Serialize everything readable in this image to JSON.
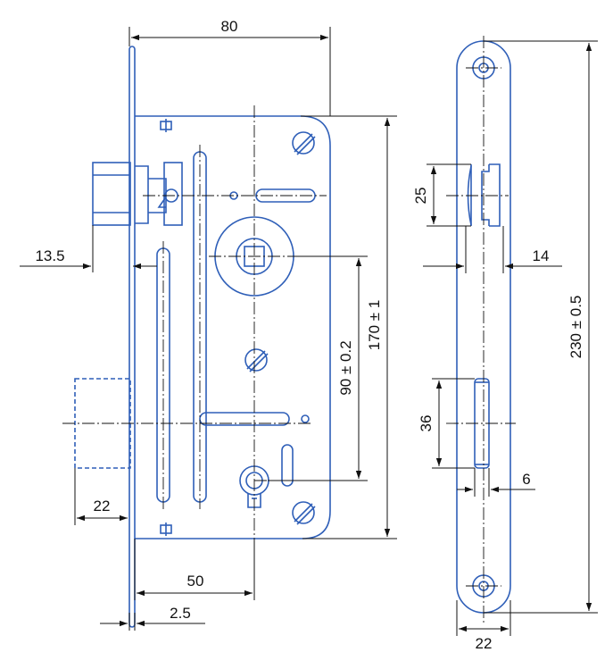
{
  "colors": {
    "outline": "#2f5fb8",
    "dimension": "#111111",
    "background": "#ffffff"
  },
  "dimensions": {
    "case_width": "80",
    "faceplate_offset": "13.5",
    "latch_projection": "22",
    "backset": "50",
    "faceplate_thickness": "2.5",
    "handle_to_key": "90 ± 0.2",
    "case_height": "170 ± 1",
    "latch_height": "25",
    "striker_latch_depth": "14",
    "bolt_height": "36",
    "bolt_depth": "6",
    "faceplate_length": "230 ± 0.5",
    "faceplate_width": "22"
  }
}
